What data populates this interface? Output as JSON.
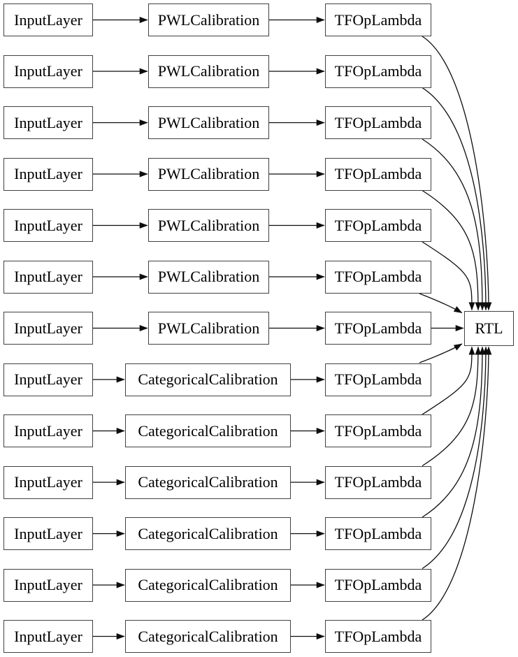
{
  "diagram": {
    "background_color": "#ffffff",
    "node_fill_color": "#ffffff",
    "node_border_color": "#414141",
    "edge_color": "#0d0d0d",
    "text_color": "#000000",
    "sink": {
      "label": "RTL"
    },
    "rows": [
      {
        "input_label": "InputLayer",
        "calibration_label": "PWLCalibration",
        "calibration_type": "pwl",
        "lambda_label": "TFOpLambda"
      },
      {
        "input_label": "InputLayer",
        "calibration_label": "PWLCalibration",
        "calibration_type": "pwl",
        "lambda_label": "TFOpLambda"
      },
      {
        "input_label": "InputLayer",
        "calibration_label": "PWLCalibration",
        "calibration_type": "pwl",
        "lambda_label": "TFOpLambda"
      },
      {
        "input_label": "InputLayer",
        "calibration_label": "PWLCalibration",
        "calibration_type": "pwl",
        "lambda_label": "TFOpLambda"
      },
      {
        "input_label": "InputLayer",
        "calibration_label": "PWLCalibration",
        "calibration_type": "pwl",
        "lambda_label": "TFOpLambda"
      },
      {
        "input_label": "InputLayer",
        "calibration_label": "PWLCalibration",
        "calibration_type": "pwl",
        "lambda_label": "TFOpLambda"
      },
      {
        "input_label": "InputLayer",
        "calibration_label": "PWLCalibration",
        "calibration_type": "pwl",
        "lambda_label": "TFOpLambda"
      },
      {
        "input_label": "InputLayer",
        "calibration_label": "CategoricalCalibration",
        "calibration_type": "categorical",
        "lambda_label": "TFOpLambda"
      },
      {
        "input_label": "InputLayer",
        "calibration_label": "CategoricalCalibration",
        "calibration_type": "categorical",
        "lambda_label": "TFOpLambda"
      },
      {
        "input_label": "InputLayer",
        "calibration_label": "CategoricalCalibration",
        "calibration_type": "categorical",
        "lambda_label": "TFOpLambda"
      },
      {
        "input_label": "InputLayer",
        "calibration_label": "CategoricalCalibration",
        "calibration_type": "categorical",
        "lambda_label": "TFOpLambda"
      },
      {
        "input_label": "InputLayer",
        "calibration_label": "CategoricalCalibration",
        "calibration_type": "categorical",
        "lambda_label": "TFOpLambda"
      },
      {
        "input_label": "InputLayer",
        "calibration_label": "CategoricalCalibration",
        "calibration_type": "categorical",
        "lambda_label": "TFOpLambda"
      }
    ]
  }
}
